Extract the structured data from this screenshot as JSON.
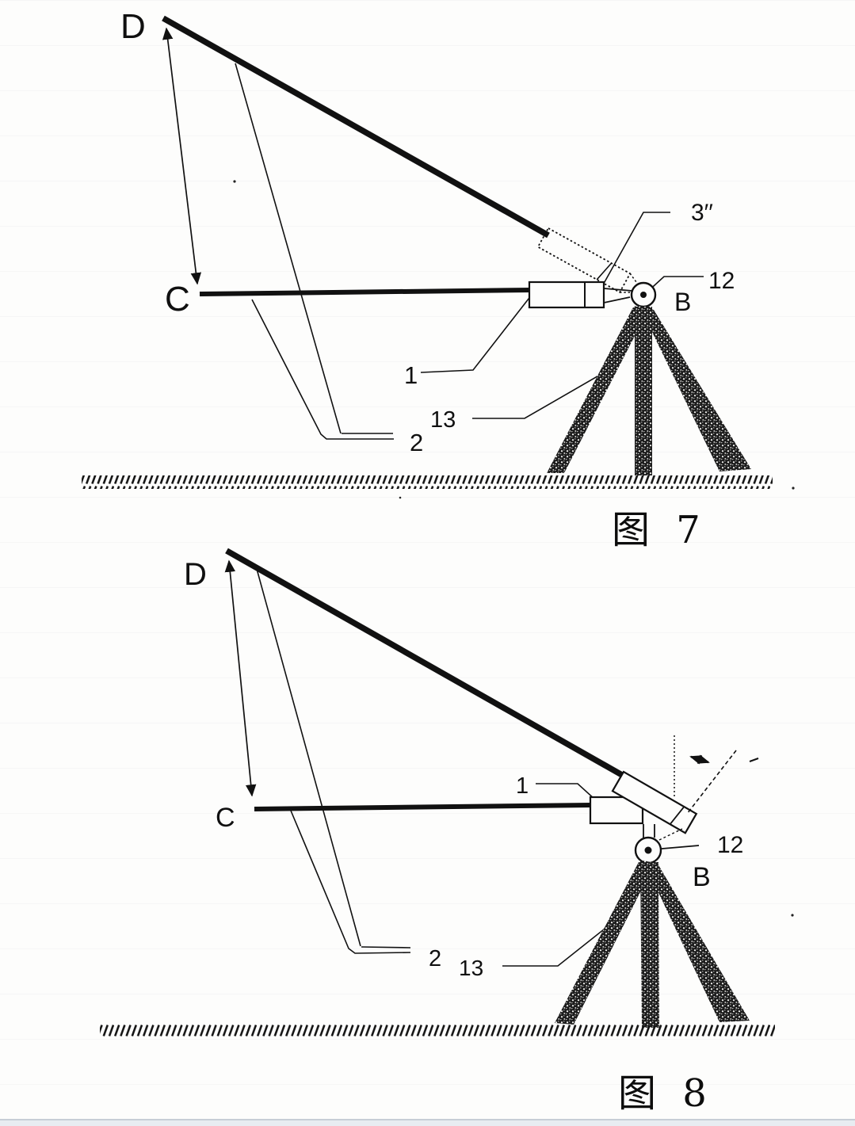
{
  "page": {
    "background_color": "#fdfdfc",
    "ink_color": "#111111",
    "footer_strip_color": "#e8ecf1",
    "footer_line_color": "#c7ced6"
  },
  "figure7": {
    "caption": "图 7",
    "labels": {
      "target_upper": "D",
      "target_lower": "C",
      "telescope_tilted": "3′′",
      "instrument_body": "1",
      "ball_joint": "12",
      "station_point": "B",
      "tripod": "13",
      "sight_beams": "2"
    }
  },
  "figure8": {
    "caption": "图 8",
    "labels": {
      "target_upper": "D",
      "target_lower": "C",
      "instrument_body": "1",
      "ball_joint": "12",
      "station_point": "B",
      "tripod": "13",
      "sight_beams": "2"
    }
  }
}
